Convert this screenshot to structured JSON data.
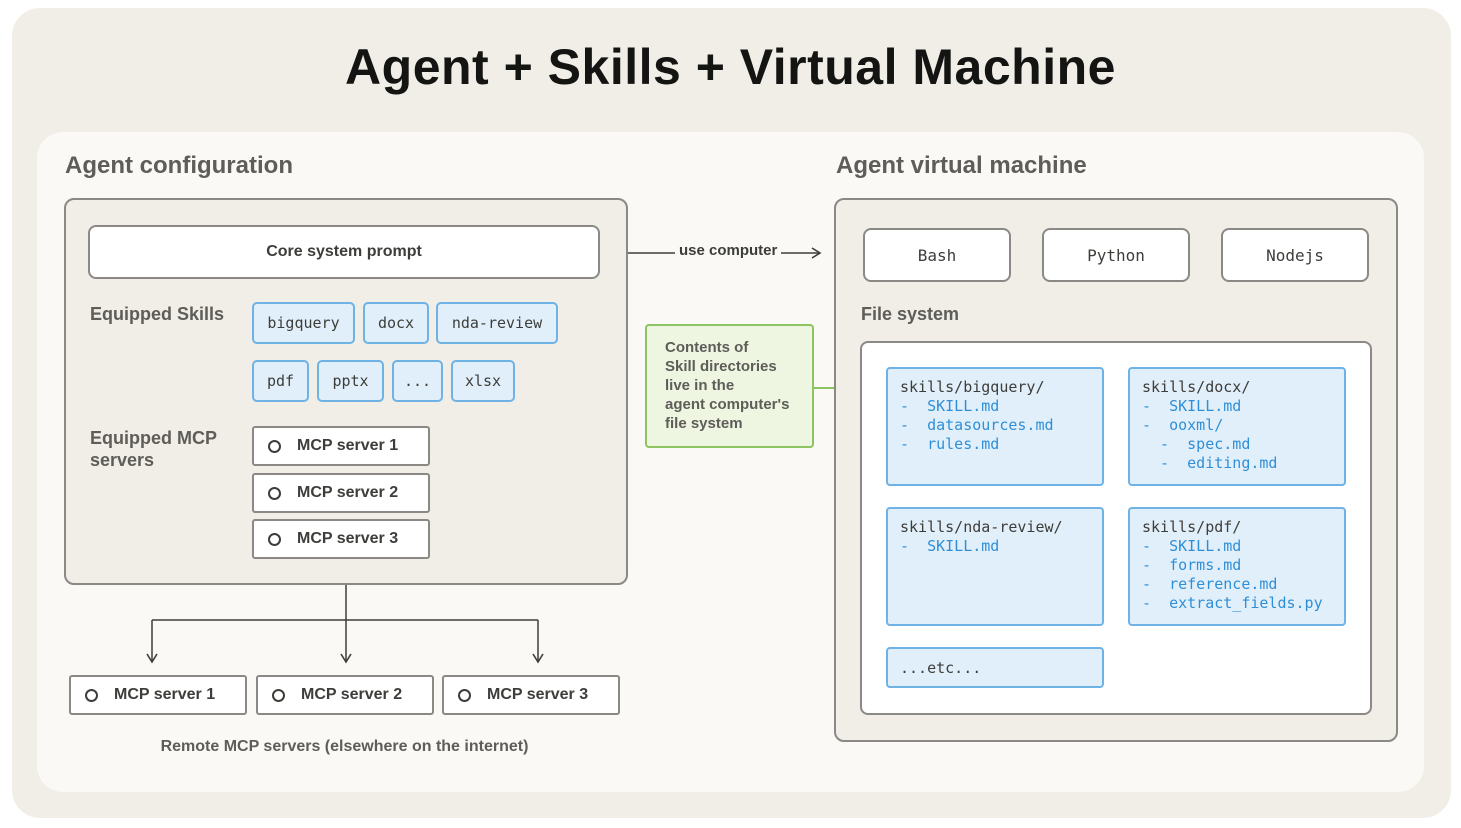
{
  "title": "Agent + Skills + Virtual Machine",
  "agent_config": {
    "title": "Agent configuration",
    "core_prompt": "Core system prompt",
    "skills_label": "Equipped Skills",
    "skills": [
      "bigquery",
      "docx",
      "nda-review",
      "pdf",
      "pptx",
      "...",
      "xlsx"
    ],
    "mcp_label": "Equipped MCP servers",
    "mcp_servers": [
      "MCP server 1",
      "MCP server 2",
      "MCP server 3"
    ]
  },
  "remote": {
    "servers": [
      "MCP server 1",
      "MCP server 2",
      "MCP server 3"
    ],
    "caption": "Remote MCP servers (elsewhere on the internet)"
  },
  "connector": {
    "use_computer": "use computer",
    "note_lines": [
      "Contents of",
      "Skill directories",
      "live in the",
      "agent computer's",
      "file system"
    ]
  },
  "vm": {
    "title": "Agent virtual machine",
    "runtimes": [
      "Bash",
      "Python",
      "Nodejs"
    ],
    "fs_label": "File system",
    "dirs": [
      {
        "name": "skills/bigquery/",
        "files": [
          "-  SKILL.md",
          "-  datasources.md",
          "-  rules.md"
        ]
      },
      {
        "name": "skills/docx/",
        "files": [
          "-  SKILL.md",
          "-  ooxml/",
          "  -  spec.md",
          "  -  editing.md"
        ]
      },
      {
        "name": "skills/nda-review/",
        "files": [
          "-  SKILL.md"
        ]
      },
      {
        "name": "skills/pdf/",
        "files": [
          "-  SKILL.md",
          "-  forms.md",
          "-  reference.md",
          "-  extract_fields.py"
        ]
      }
    ],
    "etc": "...etc..."
  },
  "colors": {
    "background": "#f0eee6",
    "inner": "#faf9f5",
    "skill_blue": "#6fb3e6",
    "skill_fill": "#e1effa",
    "file_blue": "#2f8fd6",
    "note_green": "#8cc461",
    "note_fill": "#eef6e2",
    "border_gray": "#8a8985"
  }
}
